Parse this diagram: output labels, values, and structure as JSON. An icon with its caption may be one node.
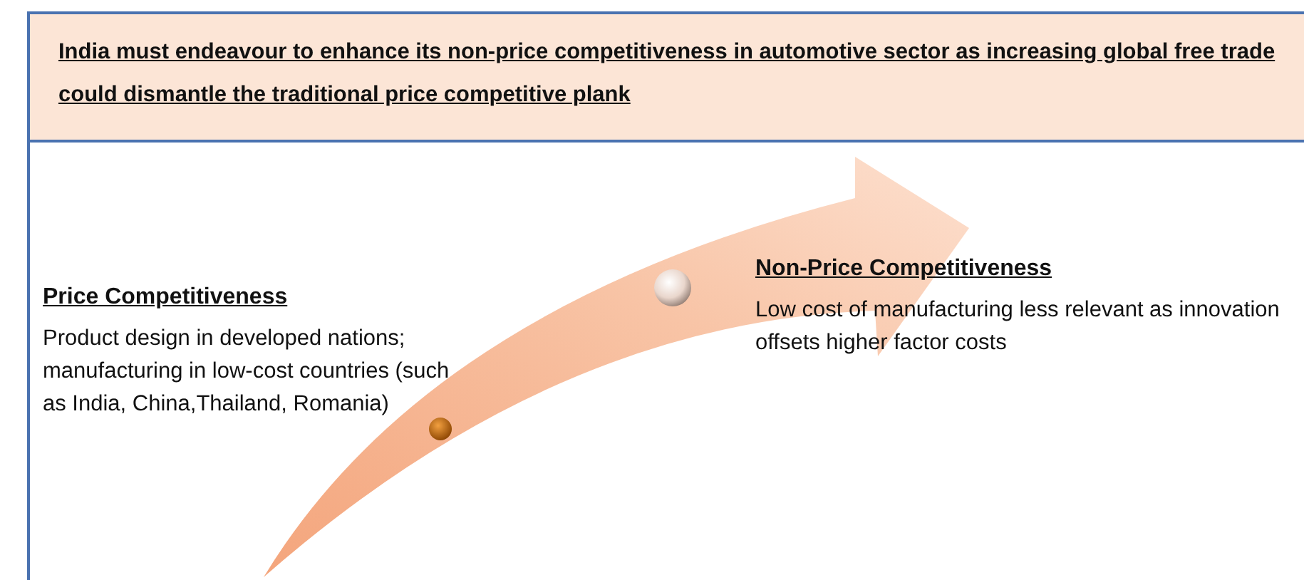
{
  "diagram": {
    "nodes": [
      {
        "text": [
          "India must endeavour to enhance its non-price competitiveness in automotive sector as increasing global free trade could dismantle the traditional price competitive plank"
        ]
      },
      {
        "text": [
          "Price Competitiveness",
          "Product design in developed nations; manufacturing in low-cost countries (such as India, China,Thailand, Romania)"
        ]
      },
      {
        "text": [
          "Non-Price Competitiveness",
          "Low cost of manufacturing less relevant as innovation offsets higher factor costs"
        ]
      }
    ],
    "edges": []
  }
}
